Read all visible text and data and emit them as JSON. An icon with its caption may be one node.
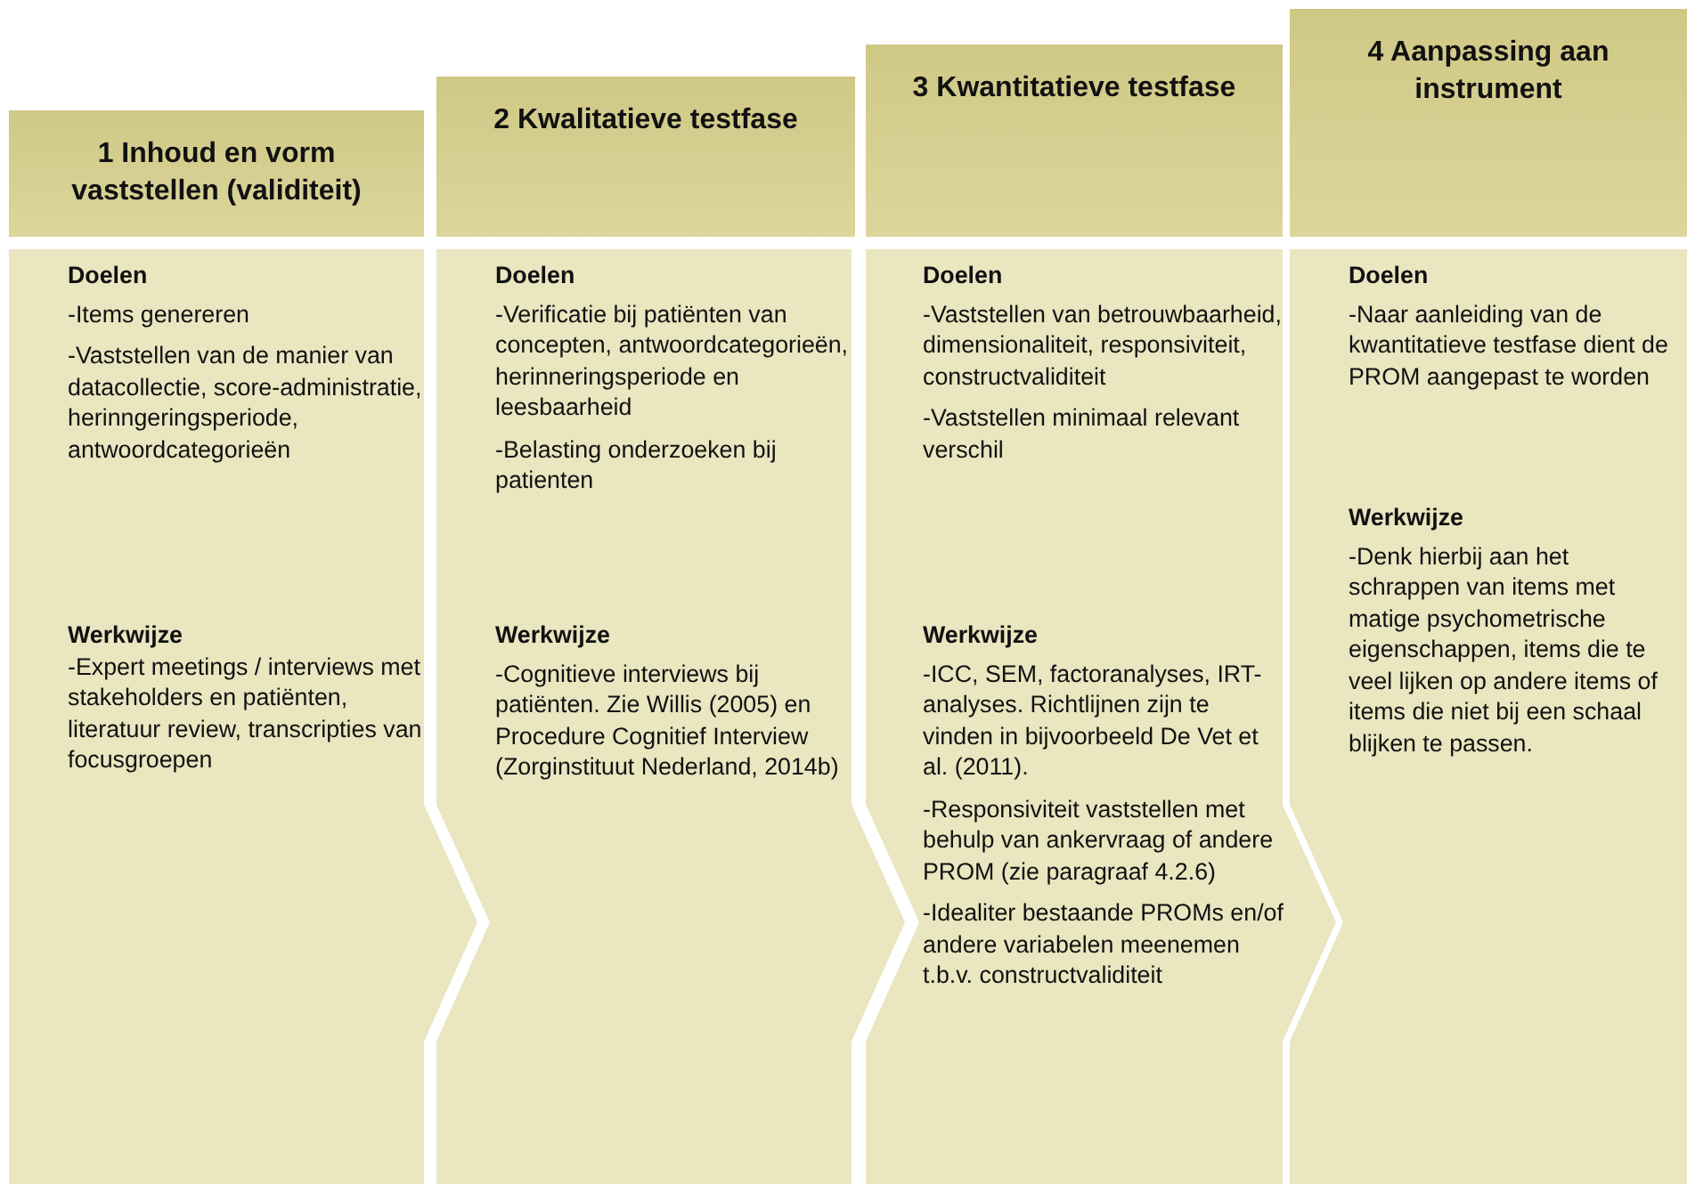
{
  "diagram": {
    "nodes": [
      {
        "text": [
          "1 Inhoud en vorm vaststellen (validiteit)"
        ]
      },
      {
        "text": [
          "2 Kwalitatieve testfase"
        ]
      },
      {
        "text": [
          "3 Kwantitatieve testfase"
        ]
      },
      {
        "text": [
          "4 Aanpassing aan instrument"
        ]
      },
      {
        "text": [
          "Doelen",
          "-Items genereren",
          "-Vaststellen van de manier van datacollectie, score-administratie, herinngeringsperiode, antwoordcategorieën",
          "Werkwijze",
          "-Expert meetings / interviews met stakeholders en patiënten, literatuur review, transcripties van focusgroepen"
        ]
      },
      {
        "text": [
          "Doelen",
          "-Verificatie bij patiënten van concepten, antwoordcategorieën, herinneringsperiode en leesbaarheid",
          "-Belasting onderzoeken bij patienten",
          "Werkwijze",
          "-Cognitieve interviews bij patiënten. Zie Willis (2005) en Procedure Cognitief Interview (Zorginstituut Nederland, 2014b)"
        ]
      },
      {
        "text": [
          "Doelen",
          "-Vaststellen van betrouwbaarheid, dimensionaliteit, responsiviteit, constructvaliditeit",
          "-Vaststellen minimaal relevant verschil",
          "Werkwijze",
          "-ICC, SEM, factoranalyses, IRT-analyses. Richtlijnen zijn te vinden in bijvoorbeeld De Vet et al. (2011).",
          "-Responsiviteit vaststellen met behulp van ankervraag of andere PROM (zie paragraaf 4.2.6)",
          "-Idealiter bestaande PROMs en/of andere variabelen meenemen t.b.v. constructvaliditeit"
        ]
      },
      {
        "text": [
          "Doelen",
          "-Naar aanleiding van de kwantitatieve testfase dient de PROM aangepast te worden",
          "Werkwijze",
          "-Denk hierbij aan het schrappen van items met matige psychometrische eigenschappen, items die te veel lijken op andere items of items die niet bij een schaal blijken te passen."
        ]
      }
    ]
  }
}
